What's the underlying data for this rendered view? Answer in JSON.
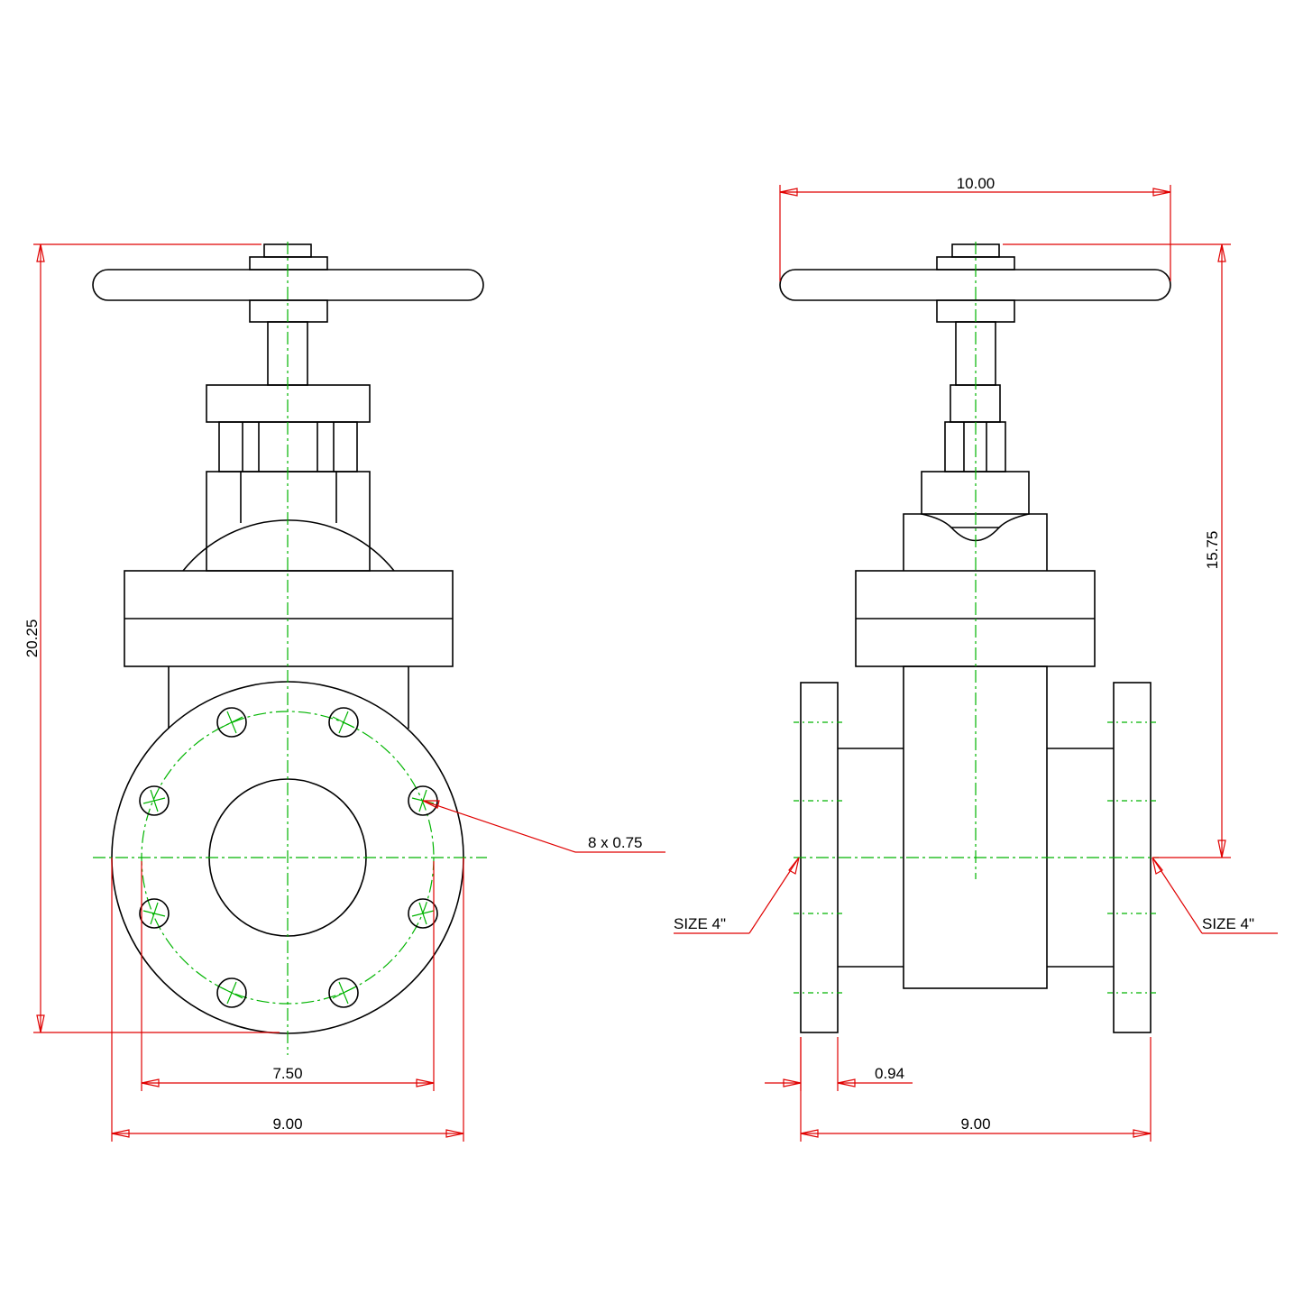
{
  "colors": {
    "outline": "#000000",
    "centerline": "#00b400",
    "dimension": "#e00000",
    "background": "#ffffff"
  },
  "front_view": {
    "overall_height": "20.25",
    "bolt_circle": "7.50",
    "flange_diameter": "9.00",
    "bolt_holes": "8 x 0.75"
  },
  "side_view": {
    "handwheel_diameter": "10.00",
    "centerline_height": "15.75",
    "flange_thickness": "0.94",
    "face_to_face": "9.00",
    "size_left": "SIZE 4\"",
    "size_right": "SIZE 4\""
  }
}
